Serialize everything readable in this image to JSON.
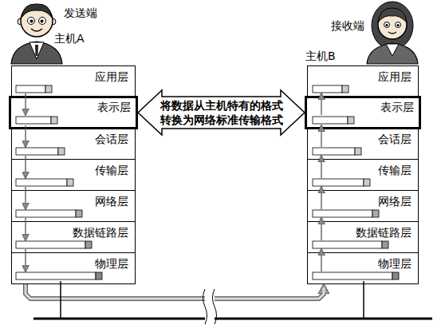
{
  "diagram": {
    "nodes": [
      {
        "text": [
          "主机A"
        ]
      },
      {
        "text": [
          "应用层"
        ],
        "in": 0
      },
      {
        "text": [
          "表示层"
        ],
        "in": 0
      },
      {
        "text": [
          "会话层"
        ],
        "in": 0
      },
      {
        "text": [
          "传输层"
        ],
        "in": 0
      },
      {
        "text": [
          "网络层"
        ],
        "in": 0
      },
      {
        "text": [
          "数据链路层"
        ],
        "in": 0
      },
      {
        "text": [
          "物理层"
        ],
        "in": 0
      },
      {
        "text": [
          "主机B"
        ]
      },
      {
        "text": [
          "应用层"
        ],
        "in": 8
      },
      {
        "text": [
          "表示层"
        ],
        "in": 8
      },
      {
        "text": [
          "会话层"
        ],
        "in": 8
      },
      {
        "text": [
          "传输层"
        ],
        "in": 8
      },
      {
        "text": [
          "网络层"
        ],
        "in": 8
      },
      {
        "text": [
          "数据链路层"
        ],
        "in": 8
      },
      {
        "text": [
          "物理层"
        ],
        "in": 8
      }
    ],
    "edges": [
      {
        "from": 1,
        "to": 2,
        "arrow": "to"
      },
      {
        "from": 2,
        "to": 3,
        "arrow": "to"
      },
      {
        "from": 3,
        "to": 4,
        "arrow": "to"
      },
      {
        "from": 4,
        "to": 5,
        "arrow": "to"
      },
      {
        "from": 5,
        "to": 6,
        "arrow": "to"
      },
      {
        "from": 6,
        "to": 7,
        "arrow": "to"
      },
      {
        "from": 15,
        "to": 14,
        "arrow": "to"
      },
      {
        "from": 14,
        "to": 13,
        "arrow": "to"
      },
      {
        "from": 13,
        "to": 12,
        "arrow": "to"
      },
      {
        "from": 12,
        "to": 11,
        "arrow": "to"
      },
      {
        "from": 11,
        "to": 10,
        "arrow": "to"
      },
      {
        "from": 10,
        "to": 9,
        "arrow": "to"
      },
      {
        "from": 7,
        "to": 15,
        "arrow": "to"
      },
      {
        "from": 2,
        "to": 10,
        "label": "将数据从主机特有的格式 转换为网络标准传输格式",
        "arrow": "both"
      }
    ],
    "labels": [
      "发送端",
      "接收端"
    ]
  }
}
